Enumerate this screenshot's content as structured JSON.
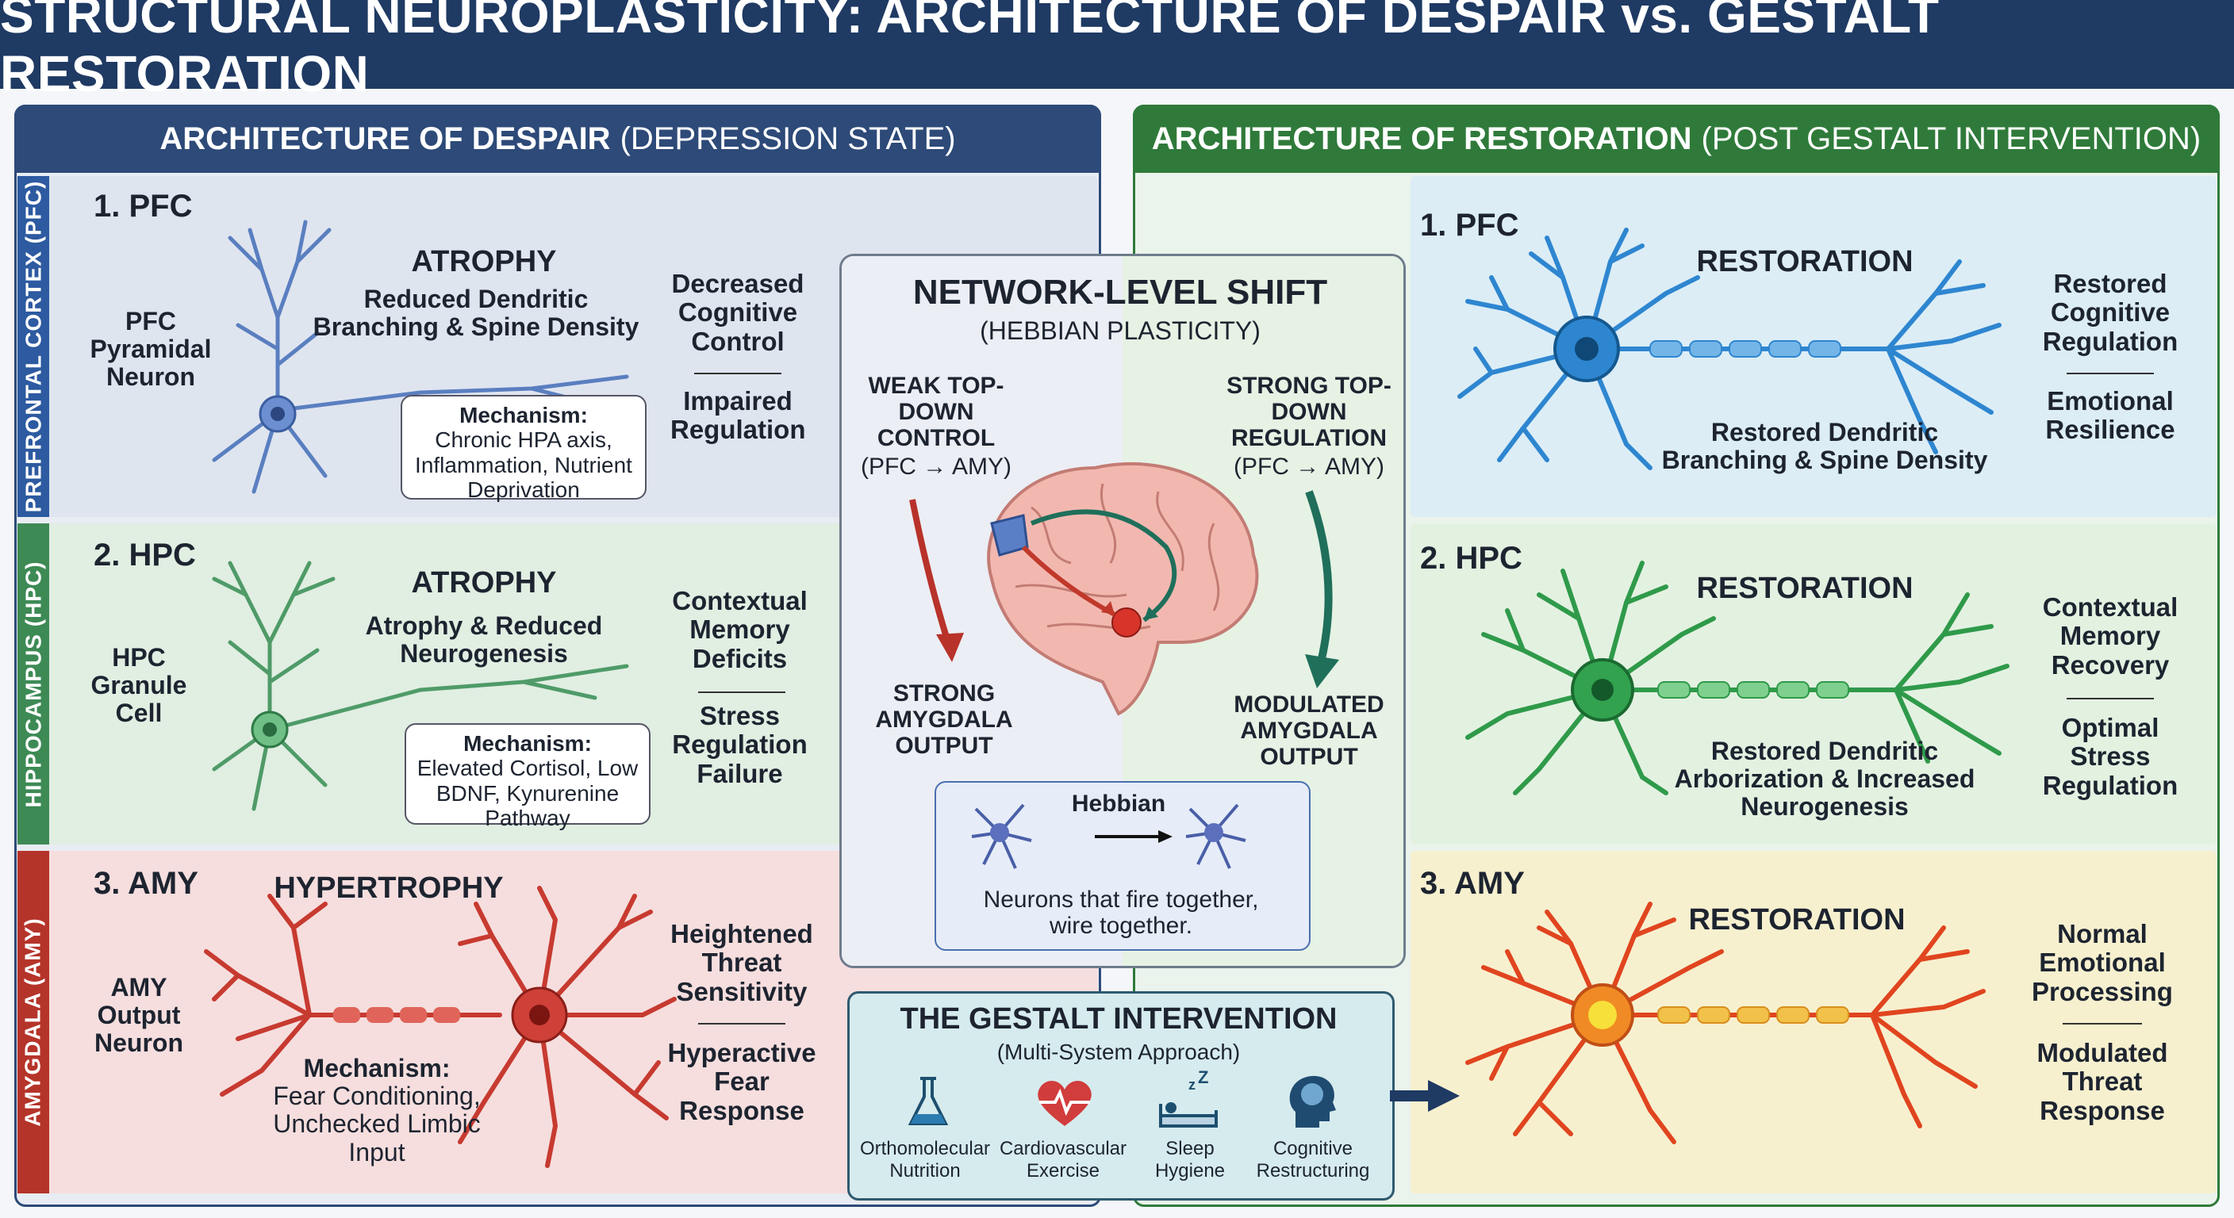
{
  "title": "STRUCTURAL NEUROPLASTICITY: ARCHITECTURE OF DESPAIR vs. GESTALT RESTORATION",
  "colors": {
    "header": "#1f3a63",
    "despair_head": "#2d4a78",
    "restoration_head": "#2f7a3a",
    "pfc": "#4a6fb0",
    "hpc": "#3f8f5a",
    "amy": "#c0392b"
  },
  "despair": {
    "heading_main": "ARCHITECTURE OF DESPAIR",
    "heading_sub": "(DEPRESSION STATE)",
    "pfc": {
      "side_label": "PREFRONTAL CORTEX (PFC)",
      "num": "1. PFC",
      "neuron_label": "PFC Pyramidal Neuron",
      "state": "ATROPHY",
      "desc": "Reduced Dendritic Branching & Spine Density",
      "mech_title": "Mechanism:",
      "mech_text": "Chronic HPA axis, Inflammation, Nutrient Deprivation",
      "effect1": "Decreased Cognitive Control",
      "effect2": "Impaired Regulation"
    },
    "hpc": {
      "side_label": "HIPPOCAMPUS (HPC)",
      "num": "2. HPC",
      "neuron_label": "HPC Granule Cell",
      "state": "ATROPHY",
      "desc": "Atrophy & Reduced Neurogenesis",
      "mech_title": "Mechanism:",
      "mech_text": "Elevated Cortisol, Low BDNF, Kynurenine Pathway",
      "effect1": "Contextual Memory Deficits",
      "effect2": "Stress Regulation Failure"
    },
    "amy": {
      "side_label": "AMYGDALA (AMY)",
      "num": "3. AMY",
      "neuron_label": "AMY Output Neuron",
      "state": "HYPERTROPHY",
      "mech_title": "Mechanism:",
      "mech_text": "Fear Conditioning, Unchecked Limbic Input",
      "effect1": "Heightened Threat Sensitivity",
      "effect2": "Hyperactive Fear Response"
    }
  },
  "restoration": {
    "heading_main": "ARCHITECTURE OF RESTORATION",
    "heading_sub": "(POST GESTALT INTERVENTION)",
    "pfc": {
      "num": "1. PFC",
      "state": "RESTORATION",
      "desc": "Restored Dendritic Branching & Spine Density",
      "effect1": "Restored Cognitive Regulation",
      "effect2": "Emotional Resilience"
    },
    "hpc": {
      "num": "2. HPC",
      "state": "RESTORATION",
      "desc": "Restored Dendritic Arborization & Increased Neurogenesis",
      "effect1": "Contextual Memory Recovery",
      "effect2": "Optimal Stress Regulation"
    },
    "amy": {
      "num": "3. AMY",
      "state": "RESTORATION",
      "effect1": "Normal Emotional Processing",
      "effect2": "Modulated Threat Response"
    }
  },
  "network": {
    "title": "NETWORK-LEVEL SHIFT",
    "subtitle": "(HEBBIAN PLASTICITY)",
    "left_top": "WEAK TOP-DOWN CONTROL",
    "left_top_sub": "(PFC → AMY)",
    "left_bottom": "STRONG AMYGDALA OUTPUT",
    "right_top": "STRONG TOP-DOWN REGULATION",
    "right_top_sub": "(PFC → AMY)",
    "right_bottom": "MODULATED AMYGDALA OUTPUT",
    "hebbian_title": "Hebbian",
    "hebbian_text": "Neurons that fire together, wire together."
  },
  "gestalt": {
    "title": "THE GESTALT INTERVENTION",
    "subtitle": "(Multi-System Approach)",
    "items": [
      {
        "label": "Orthomolecular Nutrition",
        "icon": "flask-icon"
      },
      {
        "label": "Cardiovascular Exercise",
        "icon": "heart-pulse-icon"
      },
      {
        "label": "Sleep Hygiene",
        "icon": "sleep-icon"
      },
      {
        "label": "Cognitive Restructuring",
        "icon": "brain-head-icon"
      }
    ]
  }
}
